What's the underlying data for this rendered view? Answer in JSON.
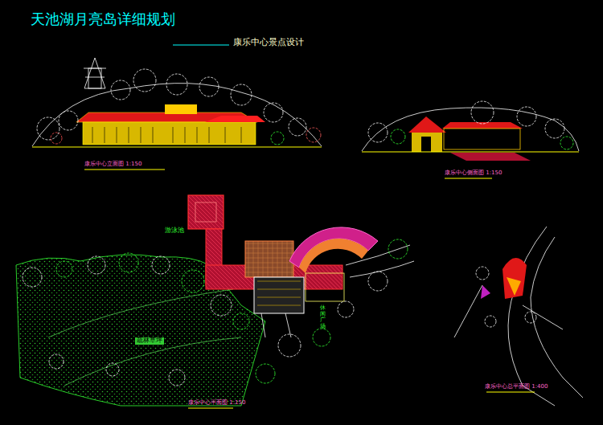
{
  "diagram": {
    "title": "天池湖月亮岛详细规划",
    "labels": [
      "康乐中心景点设计",
      "康乐中心立面图 1:150",
      "康乐中心侧面图 1:150",
      "康乐中心平面图 1:150",
      "康乐中心总平面图 1:400",
      "游泳池",
      "疏林草坪",
      "休闲广场"
    ]
  }
}
